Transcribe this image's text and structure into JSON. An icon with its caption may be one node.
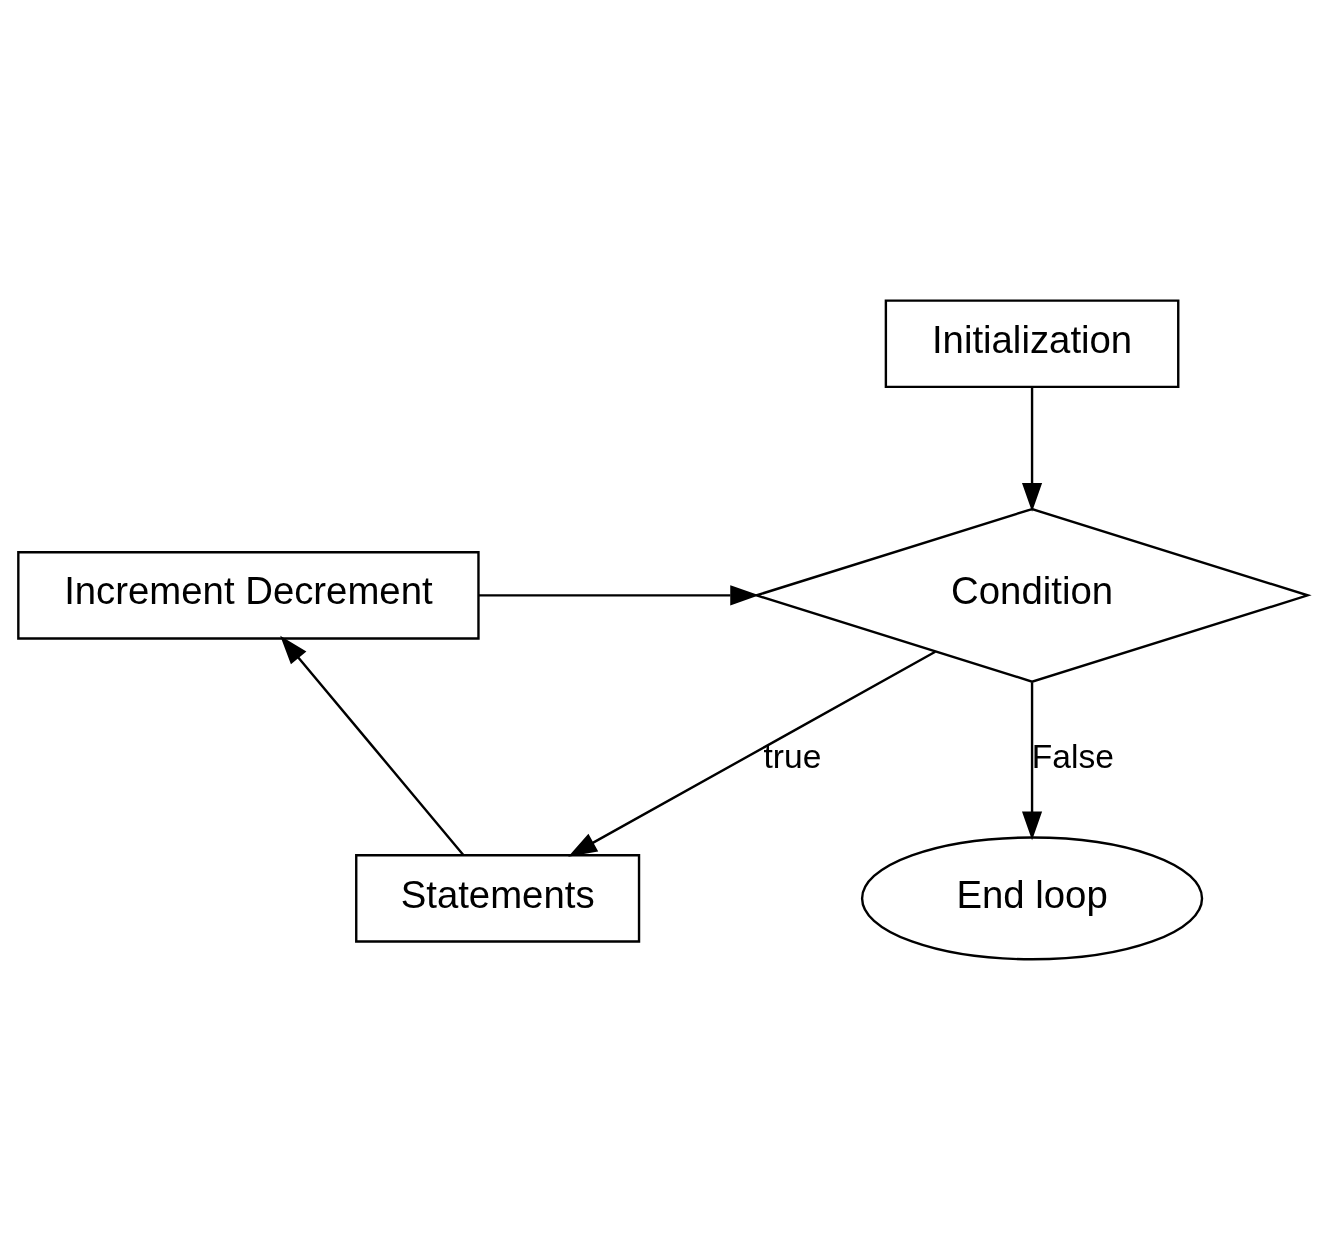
{
  "diagram": {
    "nodes": [
      {
        "text": [
          "Initialization"
        ]
      },
      {
        "text": [
          "Condition"
        ]
      },
      {
        "text": [
          "Increment Decrement"
        ]
      },
      {
        "text": [
          "Statements"
        ]
      },
      {
        "text": [
          "End loop"
        ]
      }
    ],
    "edges": [
      {
        "from": 0,
        "to": 1,
        "arrow": "to"
      },
      {
        "from": 1,
        "to": 3,
        "arrow": "to",
        "label": "true"
      },
      {
        "from": 3,
        "to": 2,
        "arrow": "to"
      },
      {
        "from": 2,
        "to": 1,
        "arrow": "to"
      },
      {
        "from": 1,
        "to": 4,
        "arrow": "to",
        "label": "False"
      }
    ]
  }
}
